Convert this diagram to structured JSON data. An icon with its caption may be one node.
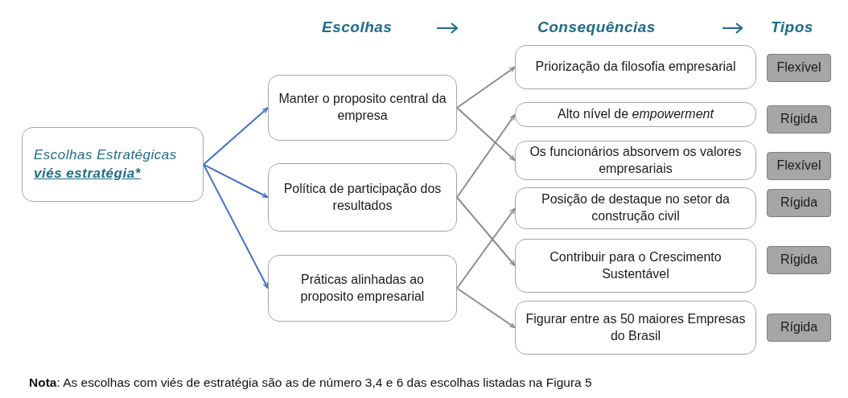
{
  "diagram": {
    "nodes": [
      {
        "text": [
          "Escolhas Estratégicas",
          "viés estratégia*"
        ]
      },
      {
        "text": [
          "Manter o proposito central da empresa"
        ]
      },
      {
        "text": [
          "Política de participação dos resultados"
        ]
      },
      {
        "text": [
          "Práticas alinhadas ao proposito empresarial"
        ]
      },
      {
        "text": [
          "Priorização da filosofia empresarial"
        ]
      },
      {
        "text": [
          "Alto nível de *empowerment*"
        ]
      },
      {
        "text": [
          "Os funcionários absorvem os valores empresariais"
        ]
      },
      {
        "text": [
          "Posição de destaque no setor da construção civil"
        ]
      },
      {
        "text": [
          "Contribuir para o Crescimento Sustentável"
        ]
      },
      {
        "text": [
          "Figurar entre as 50 maiores Empresas do Brasil"
        ]
      },
      {
        "text": [
          "Flexível"
        ]
      },
      {
        "text": [
          "Rígida"
        ]
      },
      {
        "text": [
          "Flexível"
        ]
      },
      {
        "text": [
          "Rígida"
        ]
      },
      {
        "text": [
          "Rígida"
        ]
      },
      {
        "text": [
          "Rígida"
        ]
      }
    ],
    "edges": [
      {
        "from": 0,
        "to": 1,
        "arrow": "to",
        "color": "#4472c4"
      },
      {
        "from": 0,
        "to": 2,
        "arrow": "to",
        "color": "#4472c4"
      },
      {
        "from": 0,
        "to": 3,
        "arrow": "to",
        "color": "#4472c4"
      },
      {
        "from": 1,
        "to": 4,
        "arrow": "to"
      },
      {
        "from": 1,
        "to": 6,
        "arrow": "to"
      },
      {
        "from": 2,
        "to": 5,
        "arrow": "to"
      },
      {
        "from": 2,
        "to": 8,
        "arrow": "to"
      },
      {
        "from": 3,
        "to": 7,
        "arrow": "to"
      },
      {
        "from": 3,
        "to": 9,
        "arrow": "to"
      }
    ],
    "labels": [
      "Escolhas",
      "Consequências",
      "Tipos",
      "**Nota**: As escolhas com viés de estratégia são as de número 3,4 e 6 das escolhas listadas na Figura 5"
    ]
  }
}
